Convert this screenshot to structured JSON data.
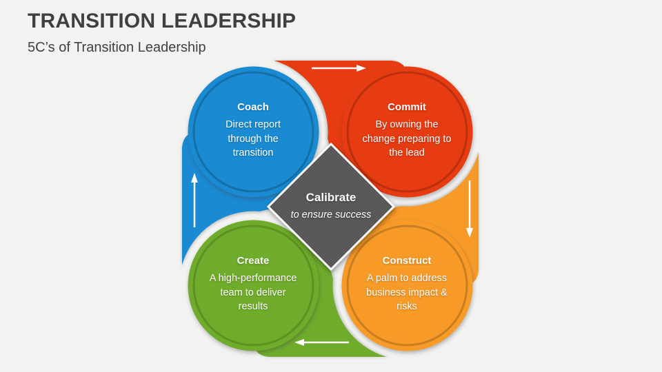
{
  "slide": {
    "title": "TRANSITION LEADERSHIP",
    "subtitle": "5C’s of Transition Leadership",
    "background": "#F2F2F1",
    "title_color": "#3F3F3F"
  },
  "diagram": {
    "center": {
      "title": "Calibrate",
      "subtitle": "to ensure success",
      "color": "#585858"
    },
    "nodes": [
      {
        "title": "Coach",
        "description": "Direct report through the transition",
        "color": "#1A8AD2",
        "ring_color": "#1470A8",
        "position": "top-left"
      },
      {
        "title": "Commit",
        "description": "By owning the change preparing to the lead",
        "color": "#E73B12",
        "ring_color": "#B8300E",
        "position": "top-right"
      },
      {
        "title": "Create",
        "description": "A high-performance team to deliver results",
        "color": "#70AC2C",
        "ring_color": "#5E9022",
        "position": "bottom-left"
      },
      {
        "title": "Construct",
        "description": "A palm to address business impact & risks",
        "color": "#F79A28",
        "ring_color": "#C87E1E",
        "position": "bottom-right"
      }
    ],
    "arrows": [
      {
        "direction": "right",
        "edge": "top"
      },
      {
        "direction": "down",
        "edge": "right"
      },
      {
        "direction": "left",
        "edge": "bottom"
      },
      {
        "direction": "up",
        "edge": "left"
      }
    ],
    "arrow_color": "#FFFFFF"
  }
}
